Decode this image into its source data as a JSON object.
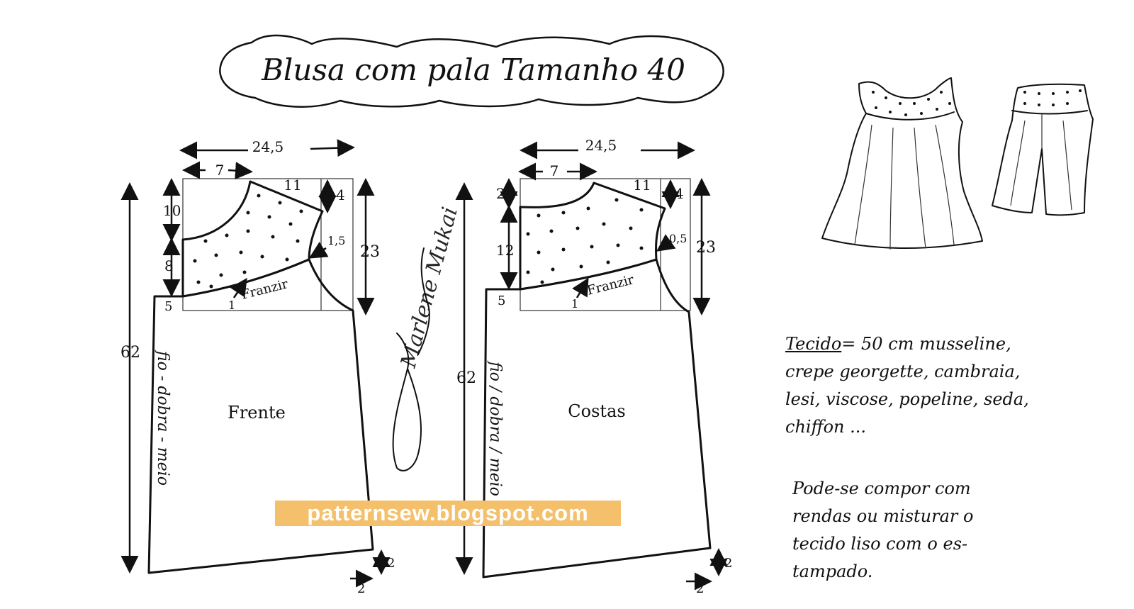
{
  "title": "Blusa com pala Tamanho 40",
  "front": {
    "label": "Frente",
    "width": "24,5",
    "neck_width": "7",
    "shoulder": "11",
    "shoulder_drop": "4",
    "neck_depth": "10",
    "yoke_depth": "8",
    "armhole_depth": "23",
    "armhole_offset": "1,5",
    "gather_label": "Franzir",
    "gather_mark": "1",
    "side_ext": "5",
    "length": "62",
    "hem_up": "2",
    "hem_out": "2",
    "fold_label": "fio - dobra - meio"
  },
  "back": {
    "label": "Costas",
    "width": "24,5",
    "neck_width": "7",
    "shoulder": "11",
    "shoulder_drop": "4",
    "neck_depth": "2",
    "yoke_depth": "12",
    "armhole_depth": "23",
    "armhole_offset": "0,5",
    "gather_label": "Franzir",
    "gather_mark": "1",
    "side_ext": "5",
    "length": "62",
    "hem_up": "2",
    "hem_out": "2",
    "fold_label": "fio / dobra / meio"
  },
  "signature": "Marlene Mukai",
  "watermark": "patternsew.blogspot.com",
  "fabric": {
    "label": "Tecido",
    "text": "= 50 cm   musseline,\ncrepe georgette, cambraia,\nlesi, viscose, popeline, seda,\nchiffon ..."
  },
  "compose_note": "Pode-se compor com\nrendas ou misturar o\ntecido liso com o es-\ntampado."
}
